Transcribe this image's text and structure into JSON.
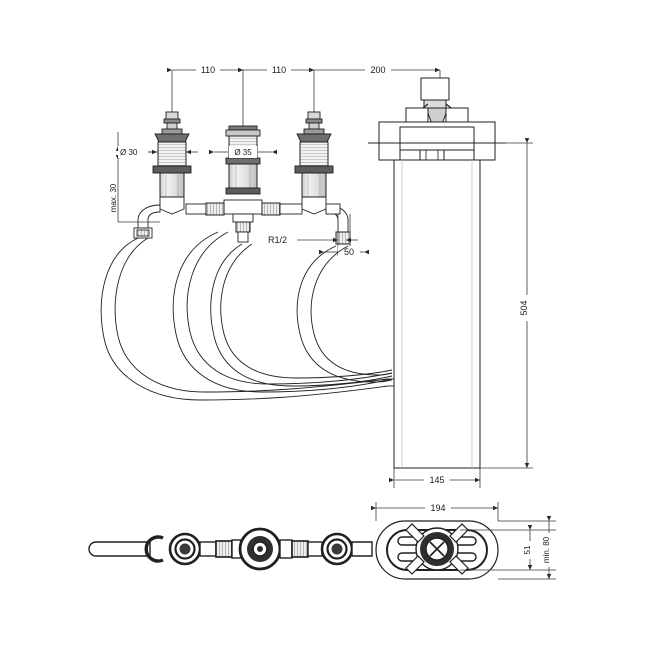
{
  "drawing": {
    "title": "Roman tub filler rough-in dimension drawing",
    "background_color": "#ffffff",
    "line_color": "#231f20",
    "dim_line_color": "#3a3a3a",
    "shading_color": "#d9d9d9"
  },
  "dimensions": {
    "top": [
      {
        "id": "dim-110-a",
        "label": "110"
      },
      {
        "id": "dim-110-b",
        "label": "110"
      },
      {
        "id": "dim-200",
        "label": "200"
      }
    ],
    "left": [
      {
        "id": "dim-dia-30",
        "label": "Ø 30"
      },
      {
        "id": "dim-max-30",
        "label": "max. 30"
      }
    ],
    "center": [
      {
        "id": "dim-dia-35",
        "label": "Ø 35"
      },
      {
        "id": "dim-r-half",
        "label": "R1/2"
      },
      {
        "id": "dim-50",
        "label": "50"
      }
    ],
    "right": [
      {
        "id": "dim-504",
        "label": "504"
      }
    ],
    "bottom": [
      {
        "id": "dim-145",
        "label": "145"
      },
      {
        "id": "dim-194",
        "label": "194"
      },
      {
        "id": "dim-51",
        "label": "51"
      },
      {
        "id": "dim-min-80",
        "label": "min. 80"
      }
    ]
  },
  "views": {
    "elevation": {
      "name": "elevation-view"
    },
    "plan": {
      "name": "plan-view"
    }
  }
}
